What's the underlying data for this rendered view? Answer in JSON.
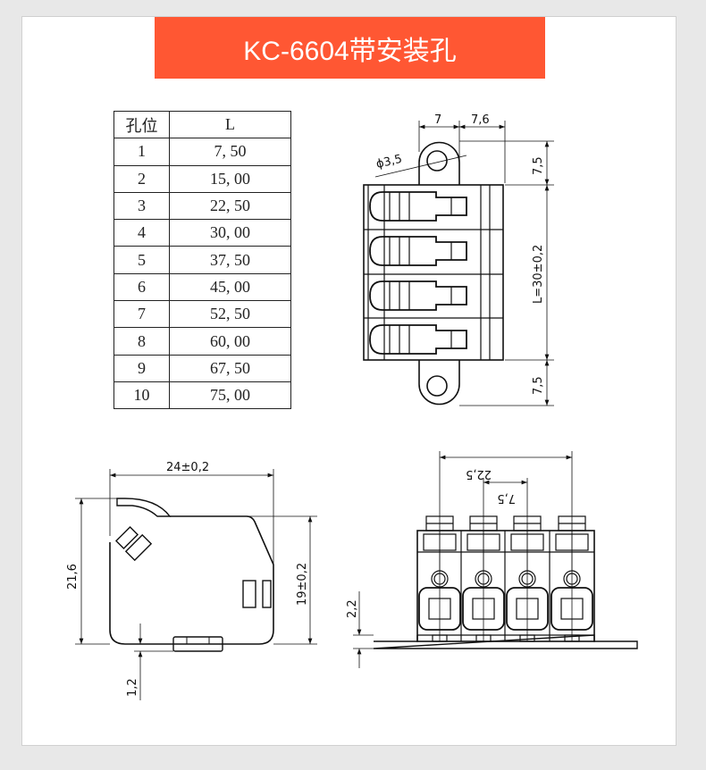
{
  "title": "KC-6604带安装孔",
  "table": {
    "headers": [
      "孔位",
      "L"
    ],
    "rows": [
      [
        "1",
        "7, 50"
      ],
      [
        "2",
        "15, 00"
      ],
      [
        "3",
        "22, 50"
      ],
      [
        "4",
        "30, 00"
      ],
      [
        "5",
        "37, 50"
      ],
      [
        "6",
        "45, 00"
      ],
      [
        "7",
        "52, 50"
      ],
      [
        "8",
        "60, 00"
      ],
      [
        "9",
        "67, 50"
      ],
      [
        "10",
        "75, 00"
      ]
    ]
  },
  "top_view": {
    "dim_7": "7",
    "dim_7_6": "7,6",
    "hole_dia": "ϕ3,5",
    "dim_top": "7,5",
    "dim_L": "L=30±0,2",
    "dim_bottom": "7,5"
  },
  "side_view": {
    "width": "24±0,2",
    "height_total": "21,6",
    "height_body": "19±0,2",
    "offset": "1,2"
  },
  "front_view": {
    "pitch_total": "22,5",
    "pitch": "7,5",
    "base": "2,2"
  },
  "colors": {
    "title_bg": "#ff5733",
    "line": "#111111"
  }
}
